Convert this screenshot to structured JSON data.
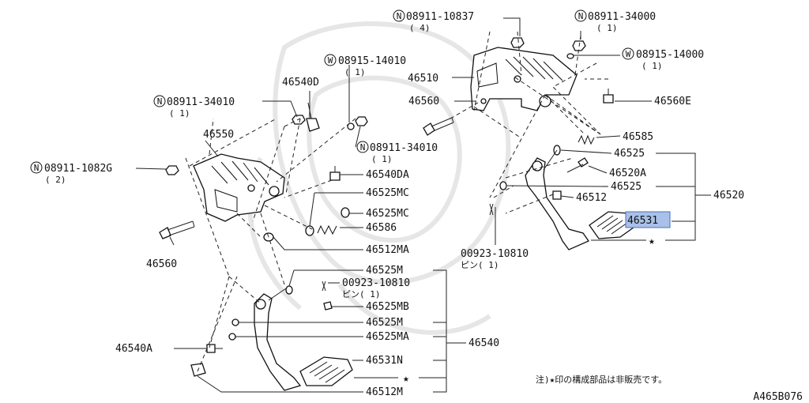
{
  "theme": {
    "highlight_fill": "#a9c1e8",
    "highlight_stroke": "#4a6fc0",
    "line_color": "#222222"
  },
  "callouts": {
    "n_08911_10837": "08911-10837",
    "n_08911_10837_qty": "( 4)",
    "n_08911_34000": "08911-34000",
    "n_08911_34000_qty": "( 1)",
    "w_08915_14000": "08915-14000",
    "w_08915_14000_qty": "( 1)",
    "p46510": "46510",
    "p46560_top": "46560",
    "p46560e": "46560E",
    "p46585": "46585",
    "p46525_a": "46525",
    "p46520a": "46520A",
    "p46525_b": "46525",
    "p46512": "46512",
    "p46520": "46520",
    "p46531": "46531",
    "pin_right": "00923-10810",
    "pin_right_qty": "ピン( 1)",
    "w_08915_14010": "08915-14010",
    "w_08915_14010_qty": "( 1)",
    "p46540d": "46540D",
    "n_08911_34010_left": "08911-34010",
    "n_08911_34010_left_qty": "( 1)",
    "n_08911_34010_mid": "08911-34010",
    "n_08911_34010_mid_qty": "( 1)",
    "p46550": "46550",
    "n_08911_1082g": "08911-1082G",
    "n_08911_1082g_qty": "( 2)",
    "p46540da": "46540DA",
    "p46525mc_1": "46525MC",
    "p46525mc_2": "46525MC",
    "p46586": "46586",
    "p46560_left": "46560",
    "p46512ma": "46512MA",
    "p46525m_top": "46525M",
    "pin_left": "00923-10810",
    "pin_left_qty": "ピン( 1)",
    "p46525mb": "46525MB",
    "p46525m_mid": "46525M",
    "p46540a": "46540A",
    "p46525ma": "46525MA",
    "p46540": "46540",
    "p46531n": "46531N",
    "p46512m": "46512M",
    "star_right": "★",
    "star_left": "★",
    "circle_n": "N",
    "circle_w": "W"
  },
  "footnote": "注)★印の構成部品は非販売です。",
  "figure_id": "A465B076"
}
